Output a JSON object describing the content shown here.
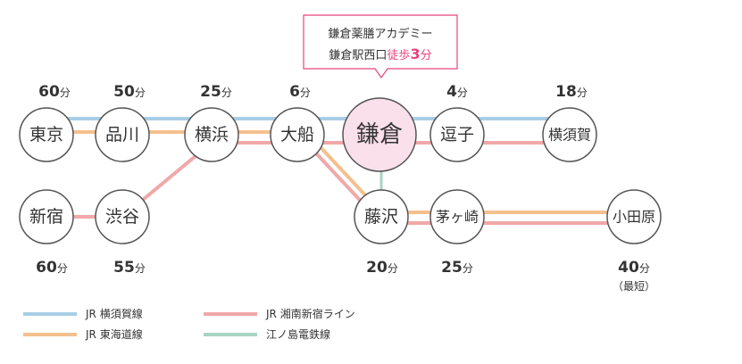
{
  "colors": {
    "yokosuka": "#a9cde6",
    "tokaido": "#f4c08e",
    "shonan": "#f0a8a8",
    "enoden": "#a8d4c4",
    "kamakura_fill": "#f9e0ea",
    "callout_border": "#e8447a",
    "accent_red": "#e8447a"
  },
  "callout": {
    "line1": "鎌倉薬膳アカデミー",
    "line2_prefix": "鎌倉駅西口",
    "line2_walk": "徒歩",
    "line2_minutes": "3",
    "line2_unit": "分"
  },
  "stations": {
    "tokyo": {
      "label": "東京",
      "time": "60",
      "unit": "分"
    },
    "shinagawa": {
      "label": "品川",
      "time": "50",
      "unit": "分"
    },
    "yokohama": {
      "label": "横浜",
      "time": "25",
      "unit": "分"
    },
    "ofuna": {
      "label": "大船",
      "time": "6",
      "unit": "分"
    },
    "kamakura": {
      "label": "鎌倉"
    },
    "zushi": {
      "label": "逗子",
      "time": "4",
      "unit": "分"
    },
    "yokosuka": {
      "label": "横須賀",
      "time": "18",
      "unit": "分"
    },
    "shinjuku": {
      "label": "新宿",
      "time": "60",
      "unit": "分"
    },
    "shibuya": {
      "label": "渋谷",
      "time": "55",
      "unit": "分"
    },
    "fujisawa": {
      "label": "藤沢",
      "time": "20",
      "unit": "分"
    },
    "chigasaki": {
      "label": "茅ヶ崎",
      "time": "25",
      "unit": "分"
    },
    "odawara": {
      "label": "小田原",
      "time": "40",
      "unit": "分",
      "note": "（最短）"
    }
  },
  "legend": {
    "yokosuka": "JR 横須賀線",
    "tokaido": "JR 東海道線",
    "shonan": "JR 湘南新宿ライン",
    "enoden": "江ノ島電鉄線"
  }
}
